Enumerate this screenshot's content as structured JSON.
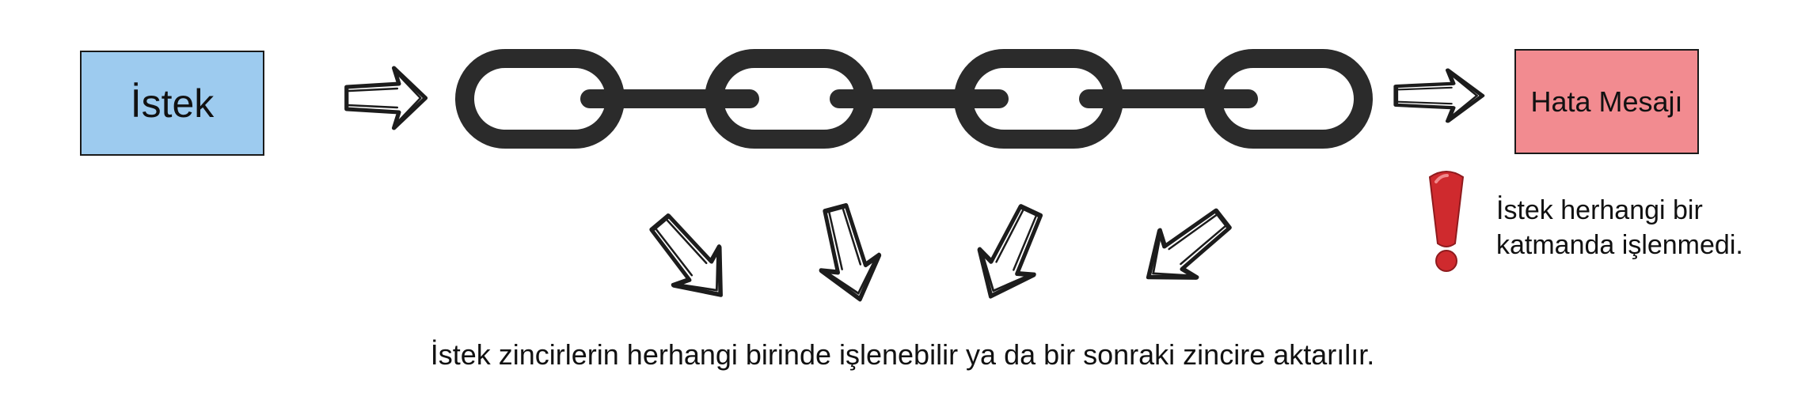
{
  "request_box": {
    "label": "İstek",
    "color": "#9dcbef"
  },
  "error_box": {
    "label": "Hata Mesajı",
    "color": "#f28b90"
  },
  "error_note": {
    "line1": "İstek herhangi bir",
    "line2": "katmanda işlenmedi."
  },
  "caption": "İstek zincirlerin herhangi birinde işlenebilir ya da bir sonraki zincire aktarılır.",
  "chain": {
    "link_count": 4,
    "color": "#2b2b2b"
  },
  "icons": {
    "exclamation": "exclamation-icon",
    "exclamation_color": "#cf2a2e",
    "arrows": "hand-drawn-arrow-icon"
  }
}
